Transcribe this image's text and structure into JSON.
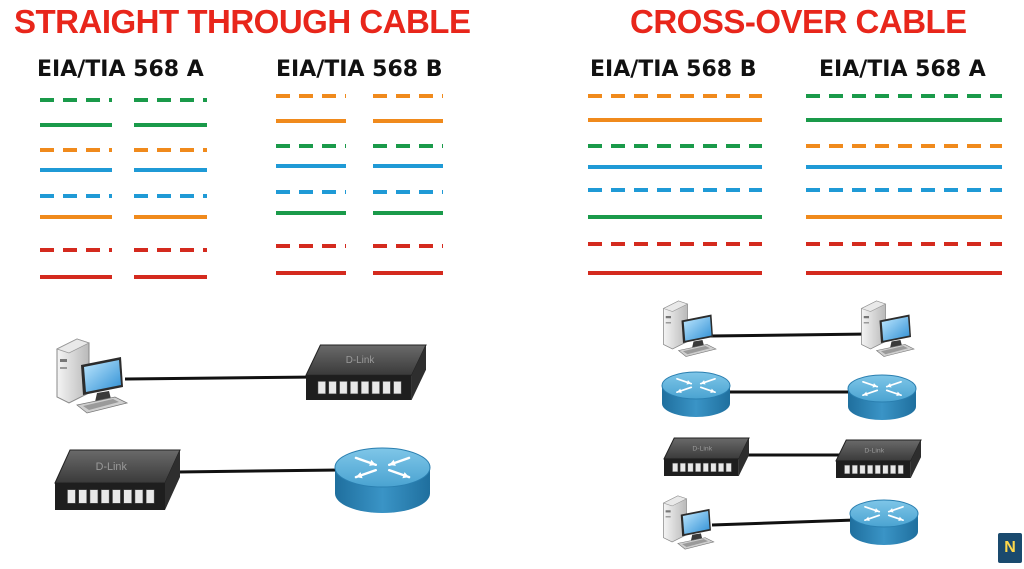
{
  "straight": {
    "title": "STRAIGHT THROUGH CABLE",
    "left_std": "EIA/TIA 568 A",
    "right_std": "EIA/TIA 568 B"
  },
  "cross": {
    "title": "CROSS-OVER CABLE",
    "left_std": "EIA/TIA 568 B",
    "right_std": "EIA/TIA 568 A"
  },
  "colors": {
    "green": "#1a9a4a",
    "orange": "#f08a1c",
    "blue": "#1f9ad6",
    "red": "#d42a1e"
  },
  "wiring_568A": [
    "green-dashed",
    "green",
    "orange-dashed",
    "blue",
    "blue-dashed",
    "orange",
    "red-dashed",
    "red"
  ],
  "wiring_568B": [
    "orange-dashed",
    "orange",
    "green-dashed",
    "blue",
    "blue-dashed",
    "green",
    "red-dashed",
    "red"
  ],
  "straight_connections": [
    {
      "from": "computer",
      "to": "switch"
    },
    {
      "from": "switch",
      "to": "router"
    }
  ],
  "cross_connections": [
    {
      "from": "computer",
      "to": "computer"
    },
    {
      "from": "router",
      "to": "router"
    },
    {
      "from": "switch",
      "to": "switch"
    },
    {
      "from": "computer",
      "to": "router"
    }
  ],
  "switch_brand": "D-Link",
  "logo_text": "N"
}
